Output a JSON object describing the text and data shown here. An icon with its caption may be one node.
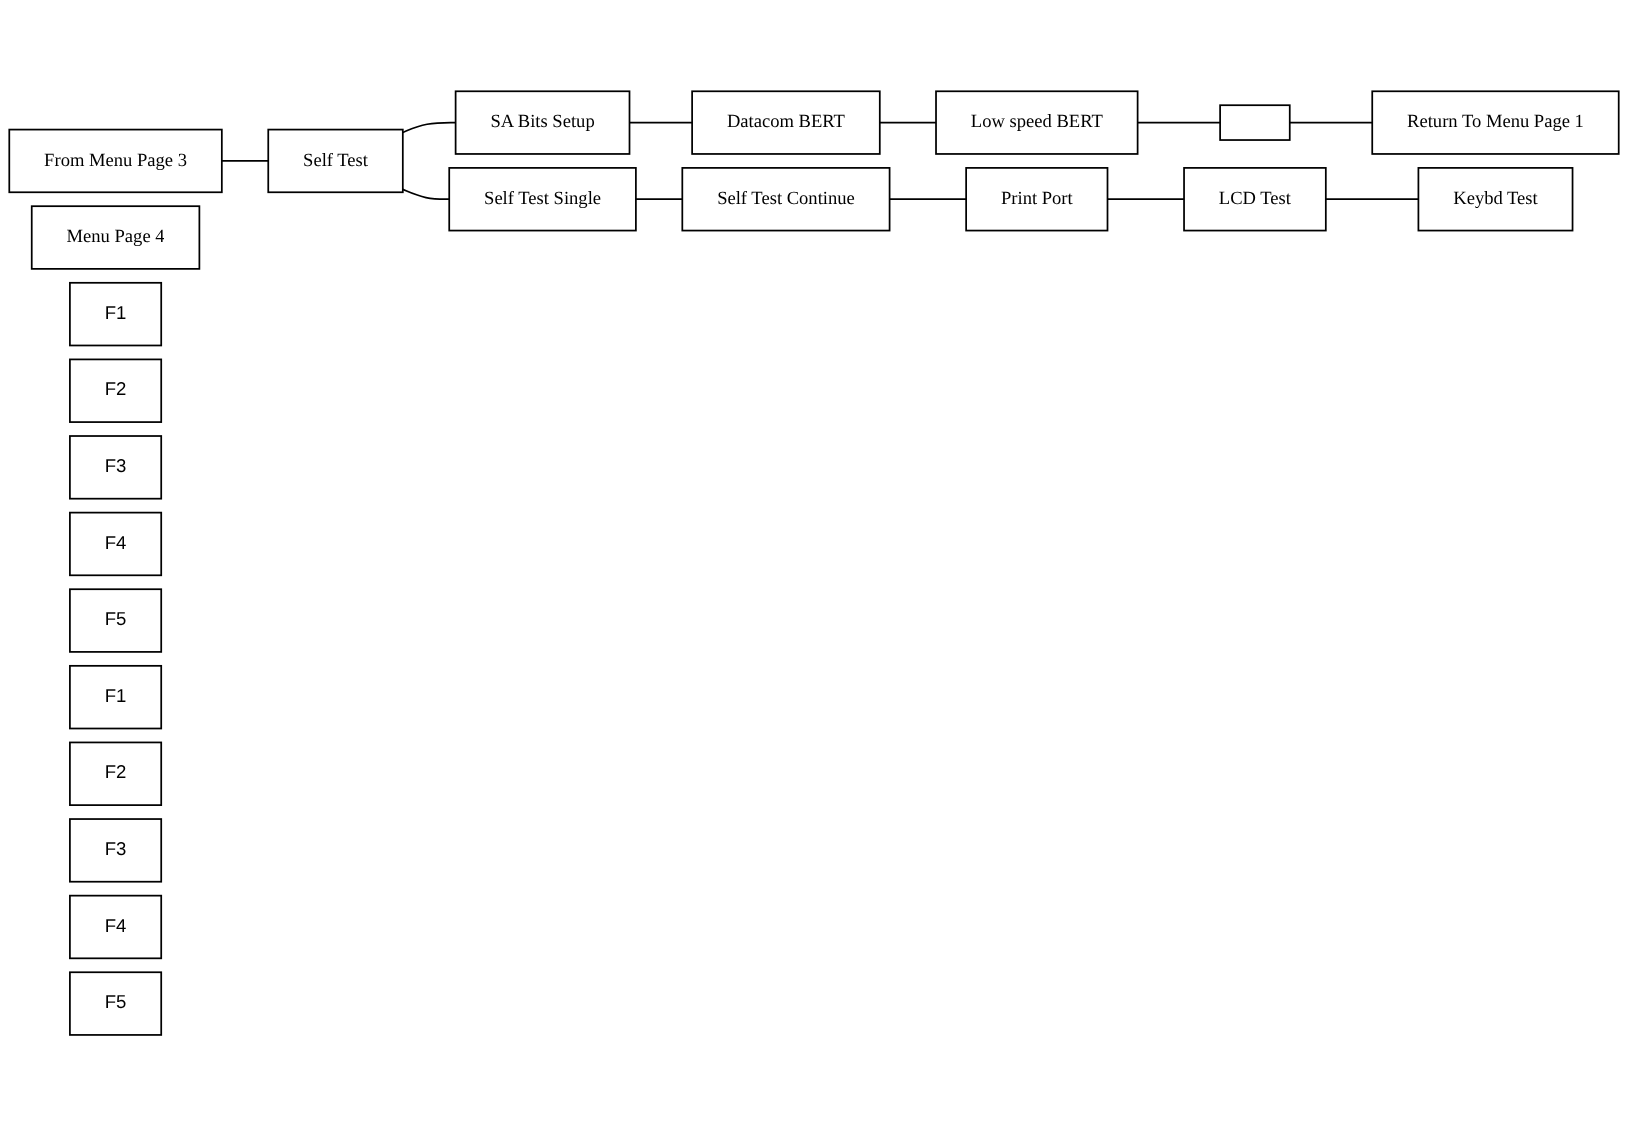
{
  "diagram": {
    "nodes": [
      {
        "text": [
          "From Menu Page 3"
        ]
      },
      {
        "text": [
          "Menu Page 4"
        ]
      },
      {
        "text": [
          "F1"
        ]
      },
      {
        "text": [
          "F2"
        ]
      },
      {
        "text": [
          "F3"
        ]
      },
      {
        "text": [
          "F4"
        ]
      },
      {
        "text": [
          "F5"
        ]
      },
      {
        "text": [
          "Self Test"
        ]
      },
      {
        "text": [
          "SA Bits Setup"
        ]
      },
      {
        "text": [
          "Datacom BERT"
        ]
      },
      {
        "text": [
          "Low speed BERT"
        ]
      },
      {
        "text": [],
        "shape": "box"
      },
      {
        "text": [
          "F1"
        ]
      },
      {
        "text": [
          "F2"
        ]
      },
      {
        "text": [
          "F3"
        ]
      },
      {
        "text": [
          "F4"
        ]
      },
      {
        "text": [
          "F5"
        ]
      },
      {
        "text": [
          "Self Test Single"
        ]
      },
      {
        "text": [
          "Self Test Continue"
        ]
      },
      {
        "text": [
          "Print Port"
        ]
      },
      {
        "text": [
          "LCD Test"
        ]
      },
      {
        "text": [
          "Keybd Test"
        ]
      },
      {
        "text": [
          "Return To Menu Page 1"
        ]
      }
    ],
    "edges": [
      {
        "from": 0,
        "to": 7,
        "arrow": "none"
      },
      {
        "from": 7,
        "to": 8,
        "arrow": "none"
      },
      {
        "from": 8,
        "to": 9,
        "arrow": "none"
      },
      {
        "from": 9,
        "to": 10,
        "arrow": "none"
      },
      {
        "from": 10,
        "to": 11,
        "arrow": "none"
      },
      {
        "from": 7,
        "to": 17,
        "arrow": "none"
      },
      {
        "from": 17,
        "to": 18,
        "arrow": "none"
      },
      {
        "from": 18,
        "to": 19,
        "arrow": "none"
      },
      {
        "from": 19,
        "to": 20,
        "arrow": "none"
      },
      {
        "from": 20,
        "to": 21,
        "arrow": "none"
      },
      {
        "from": 11,
        "to": 22,
        "arrow": "none"
      }
    ]
  }
}
